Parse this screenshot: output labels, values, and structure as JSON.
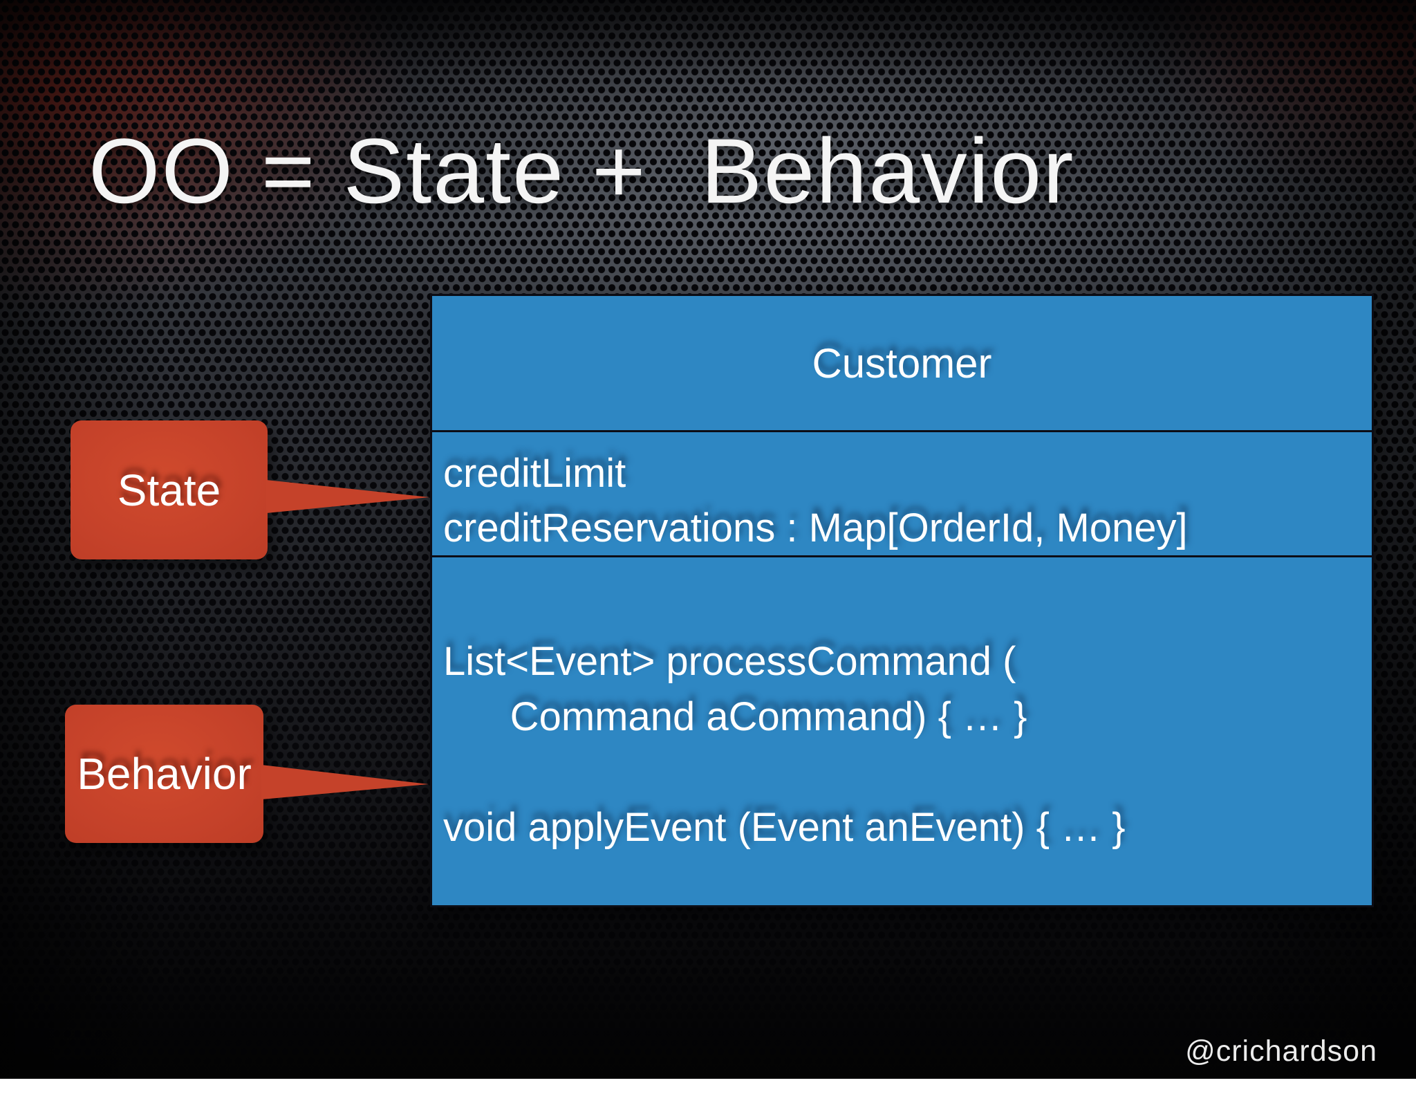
{
  "slide": {
    "title": "OO = State +  Behavior",
    "attribution": "@crichardson"
  },
  "diagram": {
    "type": "uml-class",
    "class_name": "Customer",
    "attributes": [
      "creditLimit",
      "creditReservations : Map[OrderId, Money]"
    ],
    "methods": [
      "List<Event> processCommand (",
      "      Command aCommand) { … }",
      "void applyEvent (Event anEvent) { … }"
    ]
  },
  "callouts": [
    {
      "label": "State",
      "points_to": "attributes compartment"
    },
    {
      "label": "Behavior",
      "points_to": "methods compartment"
    }
  ],
  "colors": {
    "class_box_blue": "#2e87c3",
    "callout_red": "#c5422a",
    "line_dark": "#0c0d15",
    "text_white": "#ffffff",
    "background_dark": "#141519"
  }
}
